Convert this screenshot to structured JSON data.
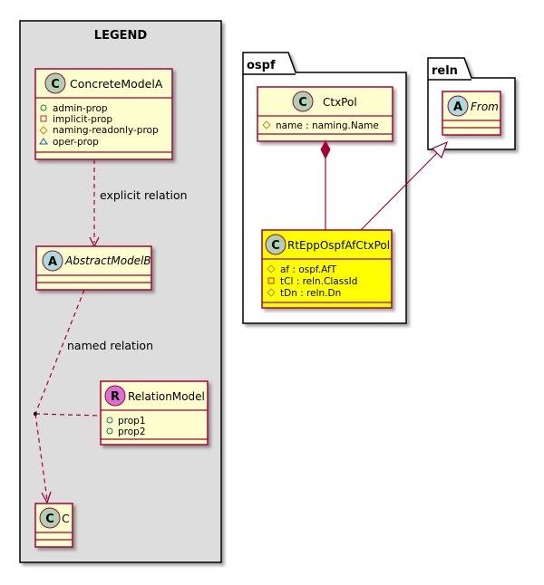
{
  "legend": {
    "title": "LEGEND",
    "concrete": {
      "stereo": "C",
      "name": "ConcreteModelA",
      "members": [
        {
          "vis": "public",
          "text": "admin-prop"
        },
        {
          "vis": "private",
          "text": "implicit-prop"
        },
        {
          "vis": "protected",
          "text": "naming-readonly-prop"
        },
        {
          "vis": "package",
          "text": "oper-prop"
        }
      ]
    },
    "abstract": {
      "stereo": "A",
      "name": "AbstractModelB"
    },
    "relation": {
      "stereo": "R",
      "name": "RelationModel",
      "members": [
        {
          "vis": "public",
          "text": "prop1"
        },
        {
          "vis": "public",
          "text": "prop2"
        }
      ]
    },
    "c": {
      "stereo": "C",
      "name": "C"
    },
    "explicit_label": "explicit relation",
    "named_label": "named relation"
  },
  "ospf": {
    "package": "ospf",
    "ctxpol": {
      "stereo": "C",
      "name": "CtxPol",
      "members": [
        {
          "vis": "protected",
          "text": "name : naming.Name"
        }
      ]
    },
    "rt": {
      "stereo": "C",
      "name": "RtEppOspfAfCtxPol",
      "members": [
        {
          "vis": "protected",
          "text": "af : ospf.AfT"
        },
        {
          "vis": "private",
          "text": "tCl : reln.ClassId"
        },
        {
          "vis": "protected",
          "text": "tDn : reln.Dn"
        }
      ]
    }
  },
  "reln": {
    "package": "reln",
    "from": {
      "stereo": "A",
      "name": "From"
    }
  },
  "colors": {
    "class_fill": "#FEFECE",
    "class_border": "#A80036",
    "highlight_fill": "#FFFF00",
    "legend_bg": "#DDDDDD",
    "circle_c": "#ADD1B2",
    "circle_a": "#A9DCDF",
    "circle_r": "#DA70D6"
  }
}
